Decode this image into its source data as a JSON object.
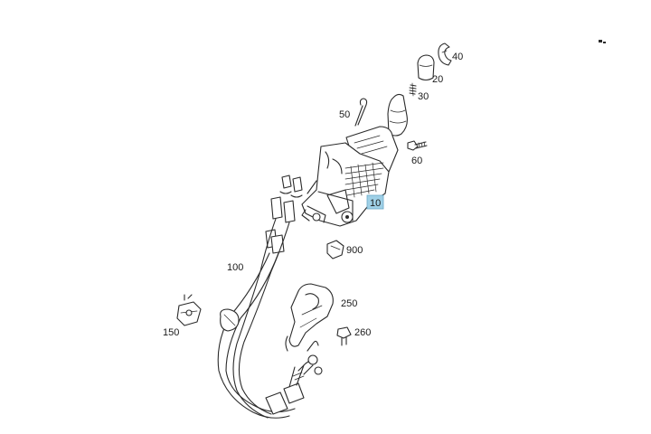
{
  "callouts": [
    {
      "id": "10",
      "text": "10",
      "highlighted": true
    },
    {
      "id": "20",
      "text": "20"
    },
    {
      "id": "30",
      "text": "30"
    },
    {
      "id": "40",
      "text": "40"
    },
    {
      "id": "50",
      "text": "50"
    },
    {
      "id": "60",
      "text": "60"
    },
    {
      "id": "100",
      "text": "100"
    },
    {
      "id": "150",
      "text": "150"
    },
    {
      "id": "250",
      "text": "250"
    },
    {
      "id": "260",
      "text": "260"
    },
    {
      "id": "900",
      "text": "900"
    }
  ],
  "colors": {
    "line": "#2b2b2b",
    "highlight": "#9fd0e6",
    "background": "#ffffff"
  }
}
